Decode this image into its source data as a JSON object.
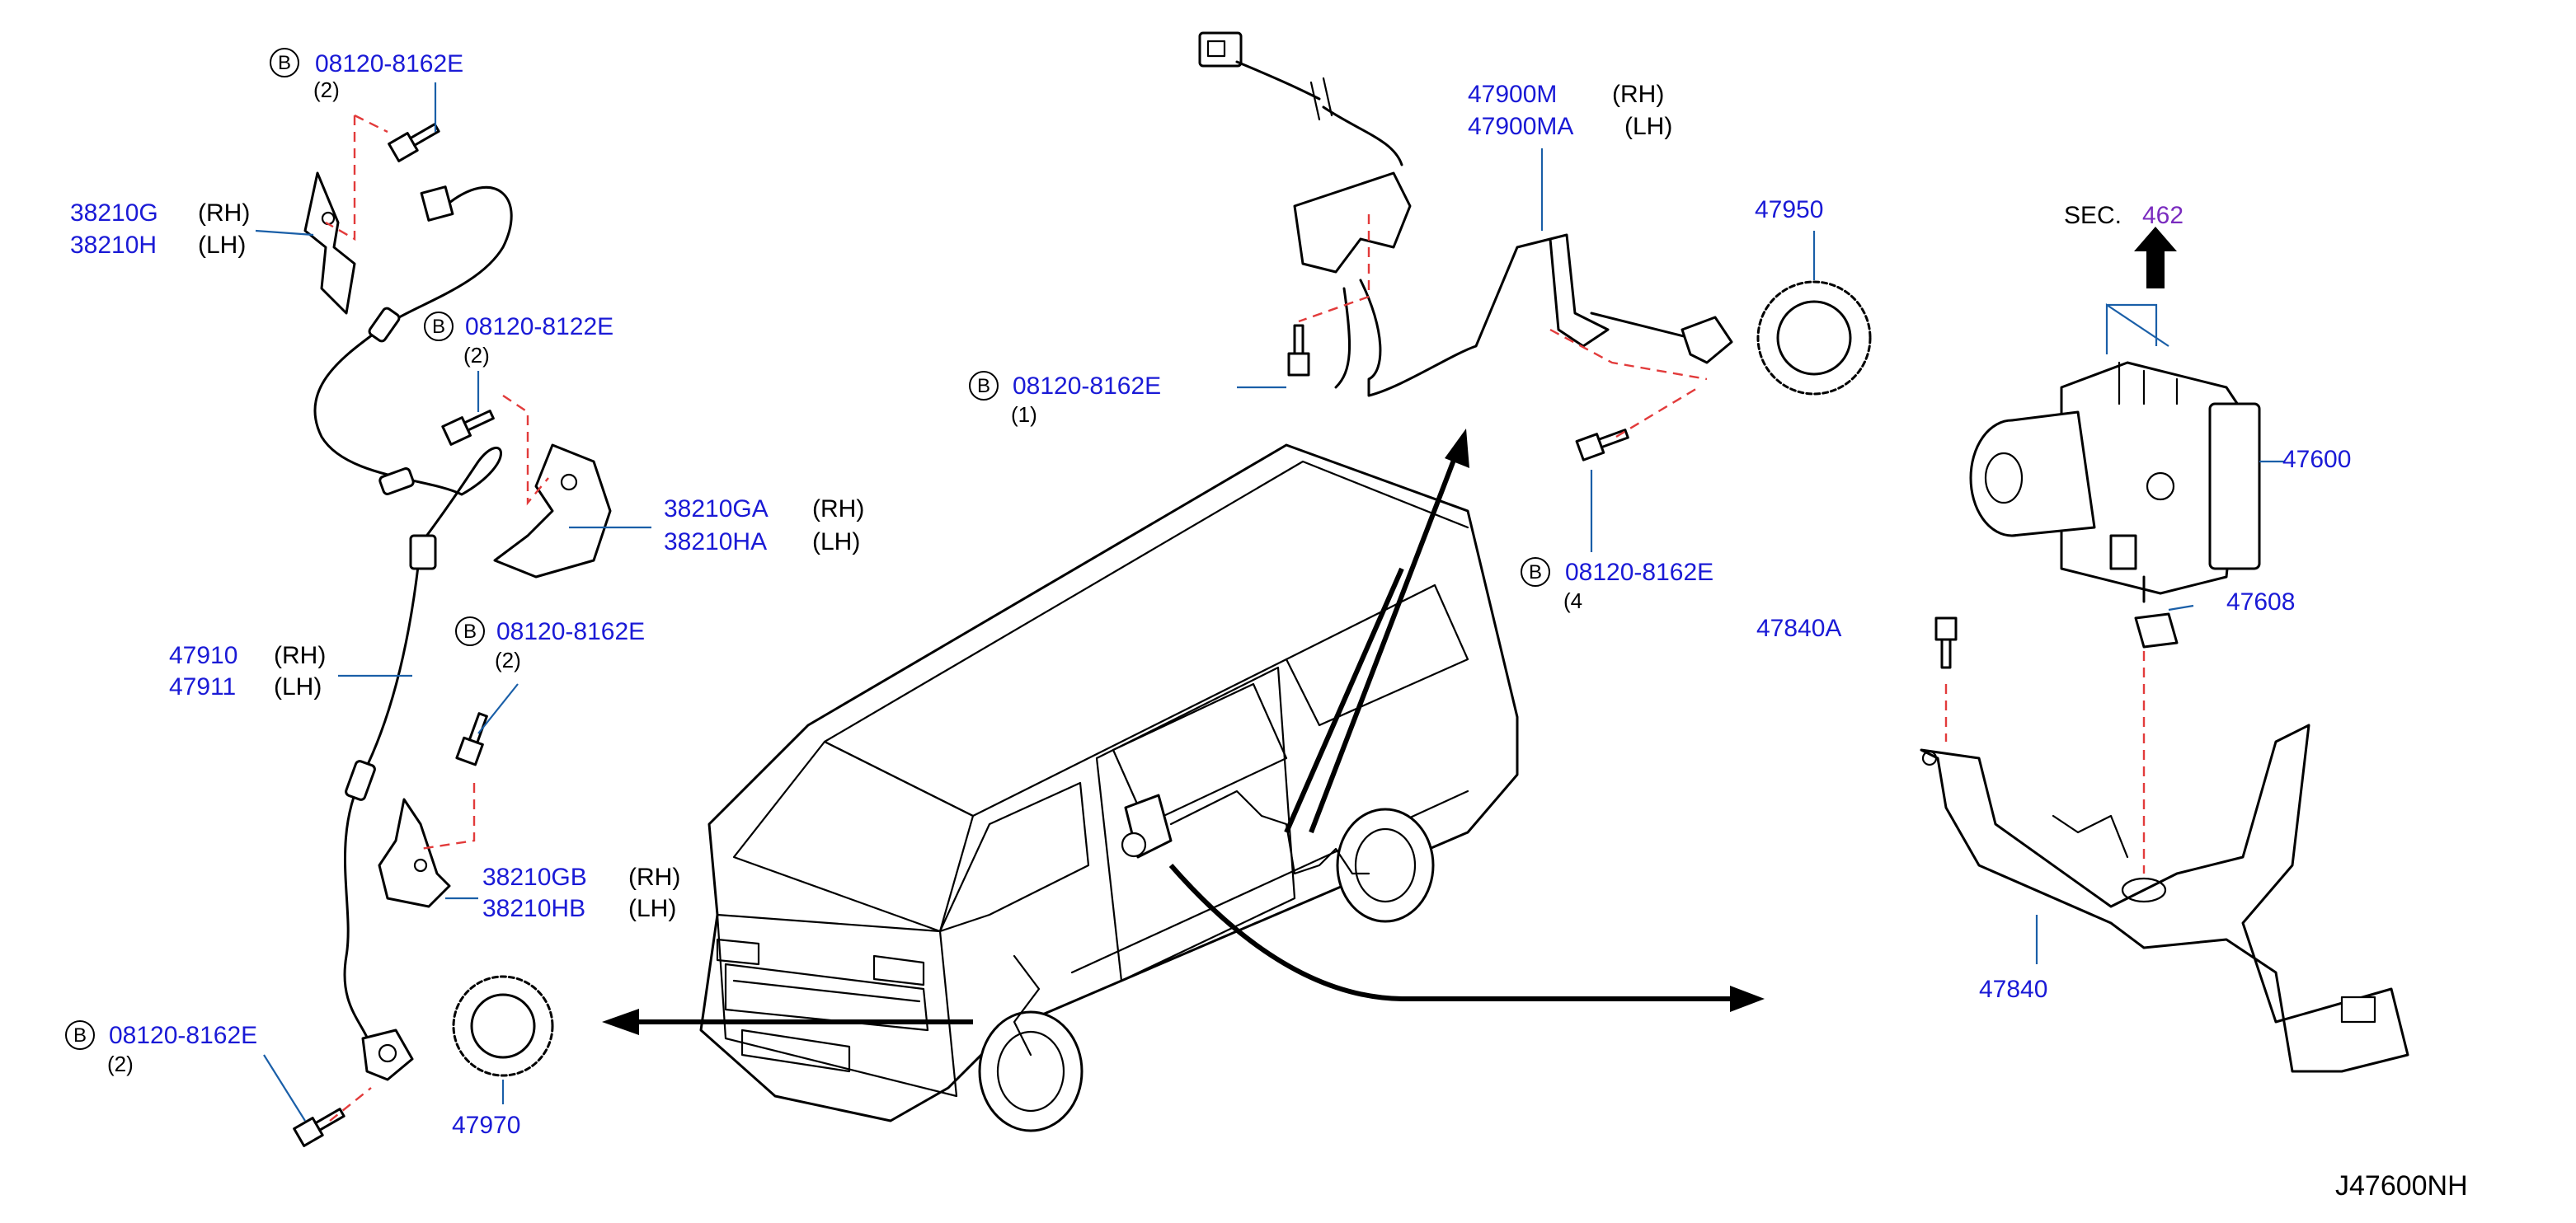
{
  "diagram": {
    "id_code": "J47600NH",
    "bolt_symbol": "B",
    "callouts": {
      "bolt_top_left": {
        "pn": "08120-8162E",
        "qty": "(2)"
      },
      "bracket_front_rh": {
        "pn": "38210G",
        "side": "(RH)"
      },
      "bracket_front_lh": {
        "pn": "38210H",
        "side": "(LH)"
      },
      "bolt_mid_left": {
        "pn": "08120-8122E",
        "qty": "(2)"
      },
      "bracket_mid_rh": {
        "pn": "38210GA",
        "side": "(RH)"
      },
      "bracket_mid_lh": {
        "pn": "38210HA",
        "side": "(LH)"
      },
      "bolt_mid_left2": {
        "pn": "08120-8162E",
        "qty": "(2)"
      },
      "sensor_front_rh": {
        "pn": "47910",
        "side": "(RH)"
      },
      "sensor_front_lh": {
        "pn": "47911",
        "side": "(LH)"
      },
      "bracket_low_rh": {
        "pn": "38210GB",
        "side": "(RH)"
      },
      "bracket_low_lh": {
        "pn": "38210HB",
        "side": "(LH)"
      },
      "bolt_bottom_left": {
        "pn": "08120-8162E",
        "qty": "(2)"
      },
      "rotor_front": {
        "pn": "47970"
      },
      "bolt_top_center": {
        "pn": "08120-8162E",
        "qty": "(1)"
      },
      "sensor_rear_rh": {
        "pn": "47900M",
        "side": "(RH)"
      },
      "sensor_rear_lh": {
        "pn": "47900MA",
        "side": "(LH)"
      },
      "rotor_rear": {
        "pn": "47950"
      },
      "bolt_center_right": {
        "pn": "08120-8162E",
        "qty": "(4"
      },
      "partial_label": {
        "pn": "47840A"
      },
      "actuator": {
        "pn": "47600"
      },
      "grommet": {
        "pn": "47608"
      },
      "bracket_actuator": {
        "pn": "47840"
      },
      "section_ref": {
        "prefix": "SEC.",
        "number": "462"
      }
    }
  }
}
